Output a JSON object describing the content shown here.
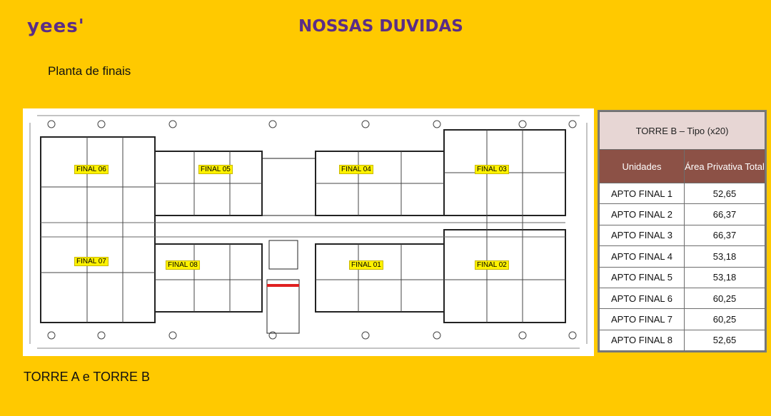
{
  "header": {
    "logo": "yees'",
    "title": "NOSSAS DUVIDAS"
  },
  "subtitle": "Planta de finais",
  "footer": "TORRE A e TORRE B",
  "plan_labels": [
    "FINAL 06",
    "FINAL 05",
    "FINAL 04",
    "FINAL 03",
    "FINAL 07",
    "FINAL 08",
    "FINAL 01",
    "FINAL 02"
  ],
  "table": {
    "title": "TORRE B – Tipo (x20)",
    "col_units": "Unidades",
    "col_area": "Área Privativa Total",
    "rows": [
      {
        "unit": "APTO FINAL 1",
        "area": "52,65"
      },
      {
        "unit": "APTO FINAL 2",
        "area": "66,37"
      },
      {
        "unit": "APTO FINAL 3",
        "area": "66,37"
      },
      {
        "unit": "APTO FINAL 4",
        "area": "53,18"
      },
      {
        "unit": "APTO FINAL 5",
        "area": "53,18"
      },
      {
        "unit": "APTO FINAL 6",
        "area": "60,25"
      },
      {
        "unit": "APTO FINAL 7",
        "area": "60,25"
      },
      {
        "unit": "APTO FINAL 8",
        "area": "52,65"
      }
    ]
  },
  "colors": {
    "background": "#FFC900",
    "brand": "#5B2D86",
    "table_header": "#8C5146",
    "label_highlight": "#FFF200"
  }
}
